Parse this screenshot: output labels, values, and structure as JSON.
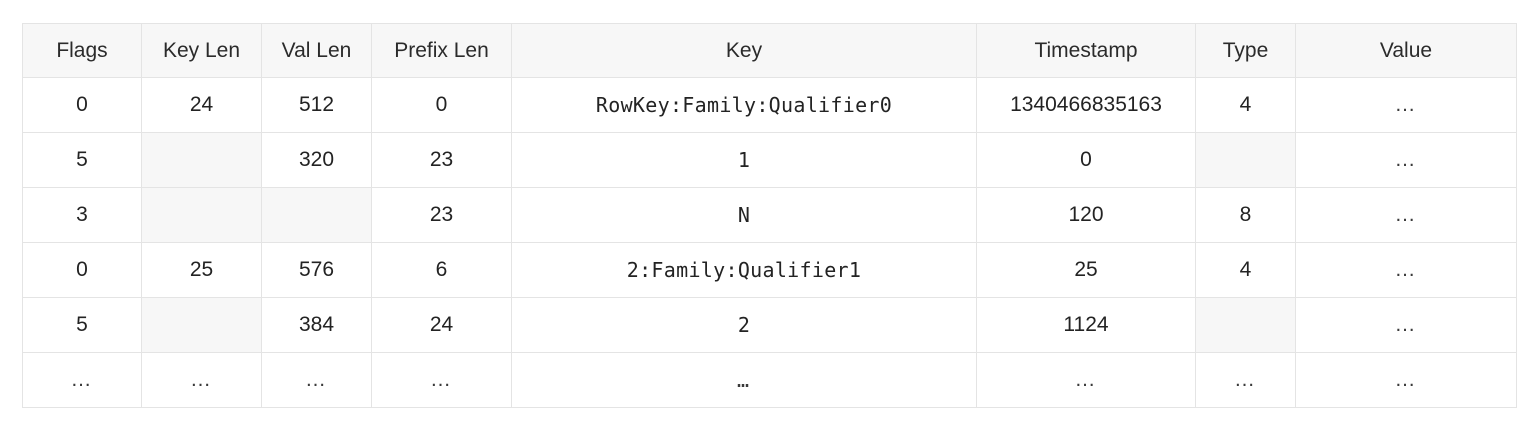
{
  "table": {
    "columns": [
      {
        "key": "flags",
        "label": "Flags",
        "mono": false
      },
      {
        "key": "key_len",
        "label": "Key Len",
        "mono": false
      },
      {
        "key": "val_len",
        "label": "Val Len",
        "mono": false
      },
      {
        "key": "prefix_len",
        "label": "Prefix Len",
        "mono": false
      },
      {
        "key": "key",
        "label": "Key",
        "mono": true
      },
      {
        "key": "timestamp",
        "label": "Timestamp",
        "mono": false
      },
      {
        "key": "type",
        "label": "Type",
        "mono": false
      },
      {
        "key": "value",
        "label": "Value",
        "mono": false
      }
    ],
    "rows": [
      {
        "flags": "0",
        "key_len": "24",
        "val_len": "512",
        "prefix_len": "0",
        "key": "RowKey:Family:Qualifier0",
        "timestamp": "1340466835163",
        "type": "4",
        "value": "…"
      },
      {
        "flags": "5",
        "key_len": "",
        "val_len": "320",
        "prefix_len": "23",
        "key": "1",
        "timestamp": "0",
        "type": "",
        "value": "…"
      },
      {
        "flags": "3",
        "key_len": "",
        "val_len": "",
        "prefix_len": "23",
        "key": "N",
        "timestamp": "120",
        "type": "8",
        "value": "…"
      },
      {
        "flags": "0",
        "key_len": "25",
        "val_len": "576",
        "prefix_len": "6",
        "key": "2:Family:Qualifier1",
        "timestamp": "25",
        "type": "4",
        "value": "…"
      },
      {
        "flags": "5",
        "key_len": "",
        "val_len": "384",
        "prefix_len": "24",
        "key": "2",
        "timestamp": "1124",
        "type": "",
        "value": "…"
      },
      {
        "flags": "…",
        "key_len": "…",
        "val_len": "…",
        "prefix_len": "…",
        "key": "…",
        "timestamp": "…",
        "type": "…",
        "value": "…"
      }
    ],
    "colors": {
      "header_background": "#f7f7f7",
      "empty_cell_background": "#f7f7f7",
      "border": "#e4e4e4",
      "text": "#232323",
      "page_background": "#ffffff"
    }
  }
}
